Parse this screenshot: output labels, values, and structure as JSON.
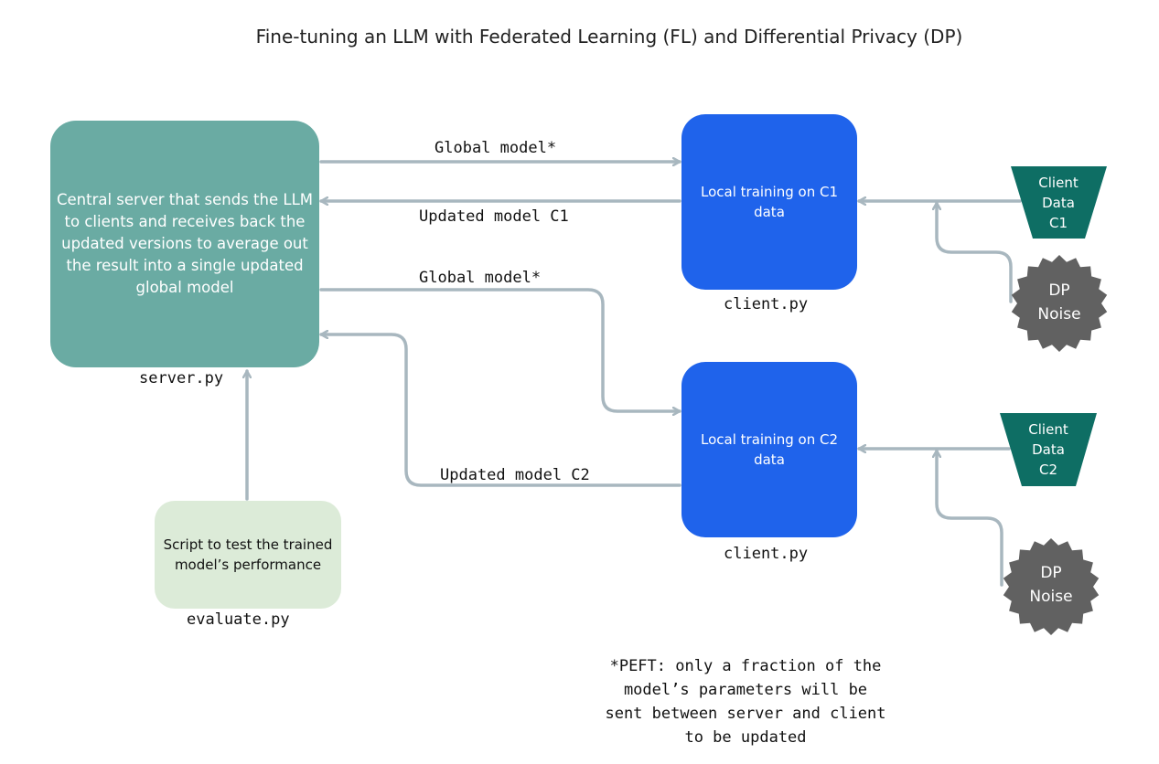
{
  "title": "Fine-tuning an LLM with Federated Learning (FL) and Differential Privacy (DP)",
  "server": {
    "text": "Central server that sends the LLM to clients and receives back the updated versions to average out the result into a single updated global model",
    "file": "server.py"
  },
  "client1": {
    "text": "Local training on C1 data",
    "file": "client.py"
  },
  "client2": {
    "text": "Local training on C2 data",
    "file": "client.py"
  },
  "evaluate": {
    "text": "Script to test  the trained model’s performance",
    "file": "evaluate.py"
  },
  "arrows": {
    "global1": "Global model*",
    "updated1": "Updated model C1",
    "global2": "Global model*",
    "updated2": "Updated model C2"
  },
  "data1": {
    "line1": "Client",
    "line2": "Data",
    "line3": "C1"
  },
  "data2": {
    "line1": "Client",
    "line2": "Data",
    "line3": "C2"
  },
  "noise1": {
    "line1": "DP",
    "line2": "Noise"
  },
  "noise2": {
    "line1": "DP",
    "line2": "Noise"
  },
  "footnote": {
    "line1": "*PEFT: only a fraction of the",
    "line2": "model’s parameters will be",
    "line3": "sent between server and client",
    "line4": "to be updated"
  },
  "colors": {
    "server": "#6aaba3",
    "client": "#1f63eb",
    "evaluate": "#dcebd8",
    "client_data": "#0e6e64",
    "dp_noise": "#616161",
    "arrow": "#a8b7bf"
  }
}
